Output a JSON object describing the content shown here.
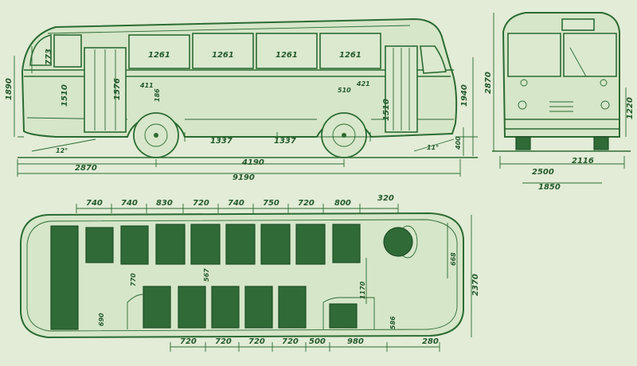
{
  "side_view": {
    "window_widths": [
      "1261",
      "1261",
      "1261",
      "1261"
    ],
    "front_window_height": "773",
    "overall_height": "1890",
    "door_height_rear": "1510",
    "door_height_mid": "1576",
    "step_411": "411",
    "step_186": "186",
    "door_height_front": "1510",
    "front_step_510": "510",
    "front_step_421": "421",
    "front_overall_height": "1940",
    "ground_clearance": "400",
    "rear_angle": "12°",
    "front_angle": "11°",
    "wheelbase_half_a": "1337",
    "wheelbase_half_b": "1337",
    "rear_overhang": "2870",
    "wheelbase": "4190",
    "overall_length": "9190"
  },
  "front_view": {
    "height": "2870",
    "lamp_height": "1220",
    "width": "2500",
    "track_rear": "2116",
    "track_front": "1850"
  },
  "plan_view": {
    "top_spacings": [
      "740",
      "740",
      "830",
      "720",
      "740",
      "750",
      "720",
      "800",
      "320"
    ],
    "bottom_spacings": [
      "720",
      "720",
      "720",
      "720",
      "500",
      "980",
      "280"
    ],
    "aisle_770": "770",
    "seat_567": "567",
    "aisle_1170": "1170",
    "inner_width": "668",
    "overall_width": "2370",
    "rear_gap": "690",
    "front_gap": "586"
  }
}
